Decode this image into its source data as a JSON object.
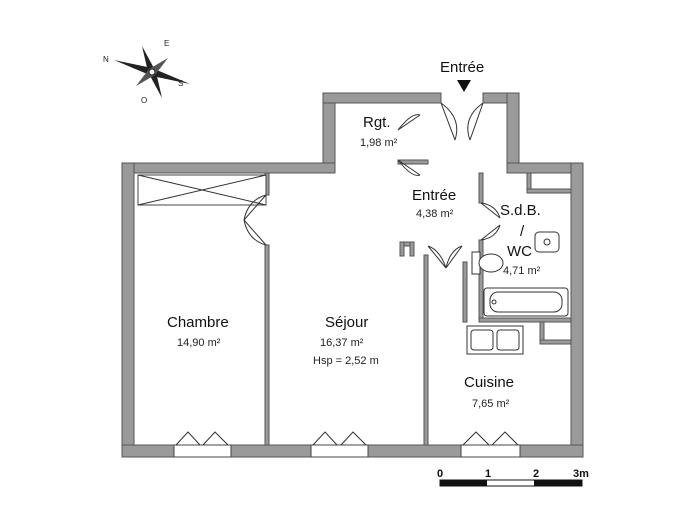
{
  "compass": {
    "n": "N",
    "e": "E",
    "s": "S",
    "o": "O"
  },
  "entrance_label": "Entrée",
  "rooms": {
    "rgt": {
      "name": "Rgt.",
      "area": "1,98 m²"
    },
    "entree": {
      "name": "Entrée",
      "area": "4,38 m²"
    },
    "sdb": {
      "name_line1": "S.d.B.",
      "name_line2": "/",
      "name_line3": "WC",
      "area": "4,71 m²"
    },
    "chambre": {
      "name": "Chambre",
      "area": "14,90 m²"
    },
    "sejour": {
      "name": "Séjour",
      "area": "16,37 m²",
      "hsp": "Hsp = 2,52 m"
    },
    "cuisine": {
      "name": "Cuisine",
      "area": "7,65 m²"
    }
  },
  "scale": {
    "labels": [
      "0",
      "1",
      "2",
      "3m"
    ]
  }
}
